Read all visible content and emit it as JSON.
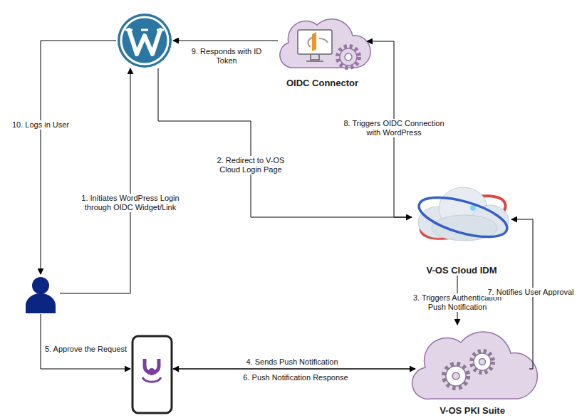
{
  "diagram": {
    "nodes": [
      {
        "text": []
      },
      {
        "text": [
          "OIDC Connector"
        ]
      },
      {
        "text": [
          "V-OS Cloud IDM"
        ]
      },
      {
        "text": [
          "V-OS PKI Suite"
        ]
      },
      {
        "text": []
      },
      {
        "text": []
      }
    ],
    "edges": [
      {
        "from": 4,
        "to": 0,
        "arrow": "to",
        "label": "1. Initiates WordPress Login through OIDC Widget/Link"
      },
      {
        "from": 0,
        "to": 2,
        "arrow": "to",
        "label": "2. Redirect to V-OS Cloud Login Page"
      },
      {
        "from": 2,
        "to": 3,
        "arrow": "to",
        "label": "3. Triggers Authentication Push Notification"
      },
      {
        "from": 3,
        "to": 5,
        "arrow": "to",
        "label": "4. Sends Push Notification"
      },
      {
        "from": 4,
        "to": 5,
        "arrow": "to",
        "label": "5. Approve the Request"
      },
      {
        "from": 5,
        "to": 3,
        "arrow": "to",
        "label": "6. Push Notification Response"
      },
      {
        "from": 3,
        "to": 2,
        "arrow": "to",
        "label": "7. Notifies User Approval"
      },
      {
        "from": 2,
        "to": 1,
        "arrow": "to",
        "label": "8. Triggers OIDC Connection with WordPress"
      },
      {
        "from": 1,
        "to": 0,
        "arrow": "to",
        "label": "9. Responds with ID Token"
      },
      {
        "from": 0,
        "to": 4,
        "arrow": "to",
        "label": "10. Logs in User"
      }
    ]
  }
}
